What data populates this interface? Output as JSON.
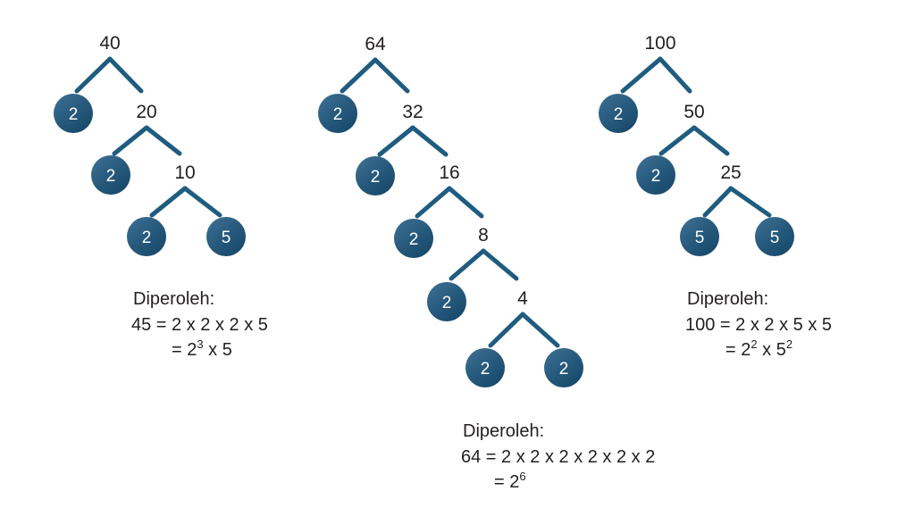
{
  "page": {
    "background_color": "#ffffff",
    "text_color": "#231f20",
    "edge_color": "#1f5c80",
    "leaf_fill_light": "#3b6e8f",
    "leaf_fill_dark": "#1a4d6e",
    "leaf_text_color": "#ffffff"
  },
  "trees": [
    {
      "id": "tree-40",
      "root_label": "40",
      "branch_labels": [
        "20",
        "10"
      ],
      "leaf_labels": [
        "2",
        "2",
        "2",
        "5"
      ],
      "caption": {
        "heading": "Diperoleh:",
        "line1": "45 = 2 x 2 x 2 x 5",
        "line2_prefix": "= 2",
        "line2_exponent": "3",
        "line2_suffix": " x 5"
      }
    },
    {
      "id": "tree-64",
      "root_label": "64",
      "branch_labels": [
        "32",
        "16",
        "8",
        "4"
      ],
      "leaf_labels": [
        "2",
        "2",
        "2",
        "2",
        "2",
        "2"
      ],
      "caption": {
        "heading": "Diperoleh:",
        "line1": "64 = 2 x 2 x 2 x 2 x 2 x 2",
        "line2_prefix": "= 2",
        "line2_exponent": "6",
        "line2_suffix": ""
      }
    },
    {
      "id": "tree-100",
      "root_label": "100",
      "branch_labels": [
        "50",
        "25"
      ],
      "leaf_labels": [
        "2",
        "2",
        "5",
        "5"
      ],
      "caption": {
        "heading": "Diperoleh:",
        "line1": "100 = 2 x 2 x 5 x 5",
        "line2_prefix": "= 2",
        "line2_exponent": "2",
        "line2_suffix": " x 5",
        "line2_suffix_exponent": "2"
      }
    }
  ]
}
